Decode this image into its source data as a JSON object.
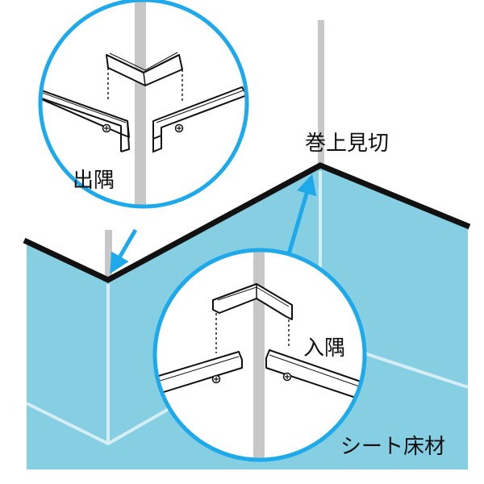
{
  "labels": {
    "top_right": "巻上見切",
    "outer_corner": "出隅",
    "inner_corner": "入隅",
    "floor_sheet": "シート床材"
  },
  "colors": {
    "wall": "#86cee2",
    "frame": "#1ea9ea",
    "trim": "#111111",
    "post": "#c7c7c7",
    "edge": "#d5eef6"
  },
  "icons": [
    "screw-icon"
  ]
}
